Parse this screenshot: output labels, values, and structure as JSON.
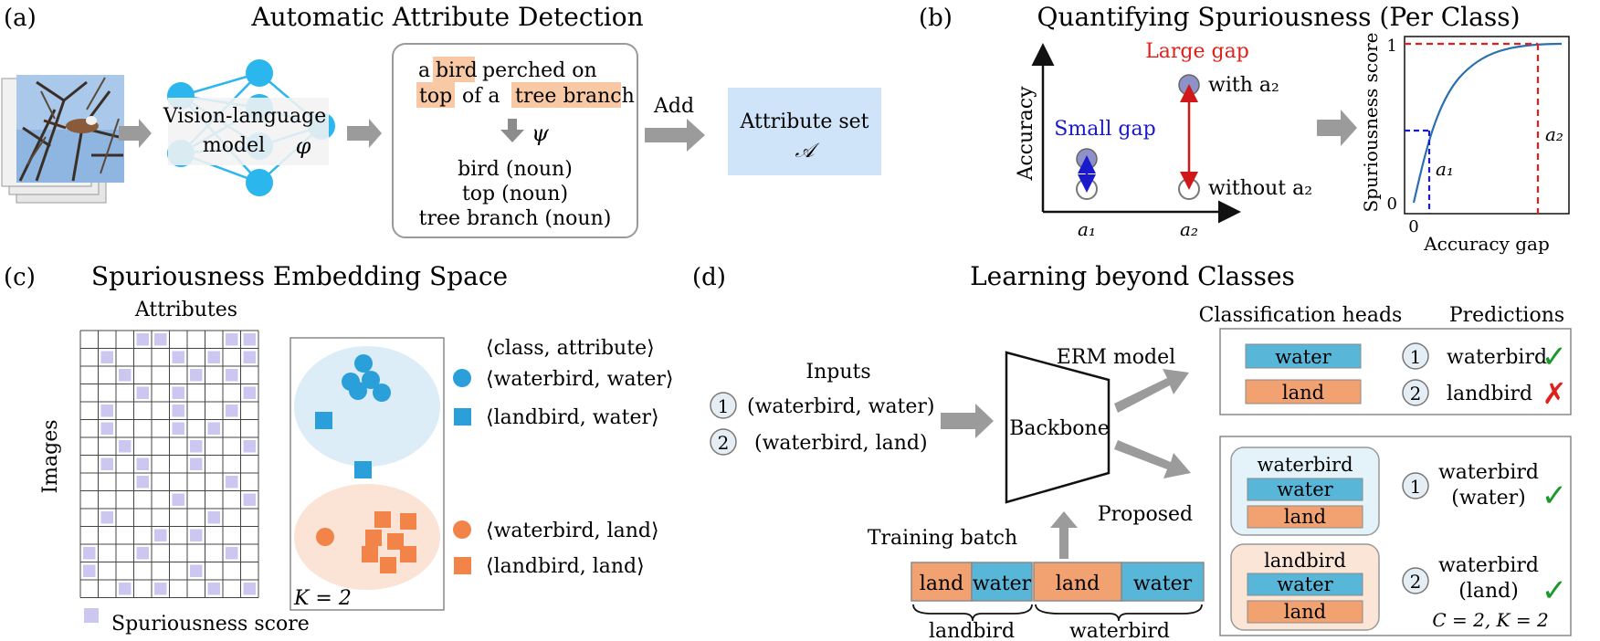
{
  "panel_a": {
    "label": "(a)",
    "title": "Automatic Attribute Detection",
    "vlm_line1": "Vision-language",
    "vlm_line2": "model",
    "vlm_symbol": "φ",
    "caption_words": [
      "a",
      "bird",
      "perched on",
      "top",
      "of a",
      "tree branch"
    ],
    "psi": "ψ",
    "nouns": [
      "bird (noun)",
      "top (noun)",
      "tree branch (noun)"
    ],
    "add_label": "Add",
    "attr_set_line1": "Attribute set",
    "attr_set_symbol": "𝒜"
  },
  "panel_b": {
    "label": "(b)",
    "title": "Quantifying Spuriousness (Per Class)",
    "y_axis": "Accuracy",
    "x_ticks": [
      "a₁",
      "a₂"
    ],
    "small_gap": "Small gap",
    "large_gap": "Large gap",
    "with_a2": "with a₂",
    "without_a2": "without a₂",
    "curve_ylabel": "Spuriousness score",
    "curve_xlabel": "Accuracy gap",
    "curve_y_ticks": [
      "1",
      "0"
    ],
    "curve_x_tick": "0",
    "curve_a1": "a₁",
    "curve_a2": "a₂"
  },
  "panel_c": {
    "label": "(c)",
    "title": "Spuriousness Embedding Space",
    "attributes_label": "Attributes",
    "images_label": "Images",
    "score_legend": "Spuriousness score",
    "k_label": "K = 2",
    "legend_header": "⟨class, attribute⟩",
    "legend": [
      "⟨waterbird, water⟩",
      "⟨landbird, water⟩",
      "⟨waterbird, land⟩",
      "⟨landbird, land⟩"
    ]
  },
  "panel_d": {
    "label": "(d)",
    "title": "Learning beyond Classes",
    "inputs_label": "Inputs",
    "inputs": [
      {
        "num": "1",
        "text": "(waterbird, water)"
      },
      {
        "num": "2",
        "text": "(waterbird, land)"
      }
    ],
    "backbone": "Backbone",
    "erm_label": "ERM model",
    "proposed_label": "Proposed",
    "training_batch": "Training batch",
    "batch_cells": [
      "land",
      "water",
      "land",
      "water"
    ],
    "batch_groups": [
      "landbird",
      "waterbird"
    ],
    "heads_header": "Classification heads",
    "predictions_header": "Predictions",
    "erm_heads": [
      "water",
      "land"
    ],
    "erm_predictions": [
      {
        "num": "1",
        "text": "waterbird",
        "mark": "✓"
      },
      {
        "num": "2",
        "text": "landbird",
        "mark": "✗"
      }
    ],
    "proposed_heads": [
      {
        "title": "waterbird",
        "rows": [
          "water",
          "land"
        ]
      },
      {
        "title": "landbird",
        "rows": [
          "water",
          "land"
        ]
      }
    ],
    "proposed_predictions": [
      {
        "num": "1",
        "line1": "waterbird",
        "line2": "(water)",
        "mark": "✓"
      },
      {
        "num": "2",
        "line1": "waterbird",
        "line2": "(land)",
        "mark": "✓"
      }
    ],
    "ck_label": "C = 2, K = 2"
  },
  "colors": {
    "highlight": "#f8c9a4",
    "node_blue": "#2bb6ee",
    "water_blue": "#58b6d9",
    "land_orange": "#f2a270",
    "attr_box": "#cfe4f8",
    "score_purple": "#cbc7f0",
    "red": "#e0201b",
    "dark_blue": "#1a1acc",
    "green": "#1a9a2a",
    "arrow_gray": "#9b9b9b"
  }
}
